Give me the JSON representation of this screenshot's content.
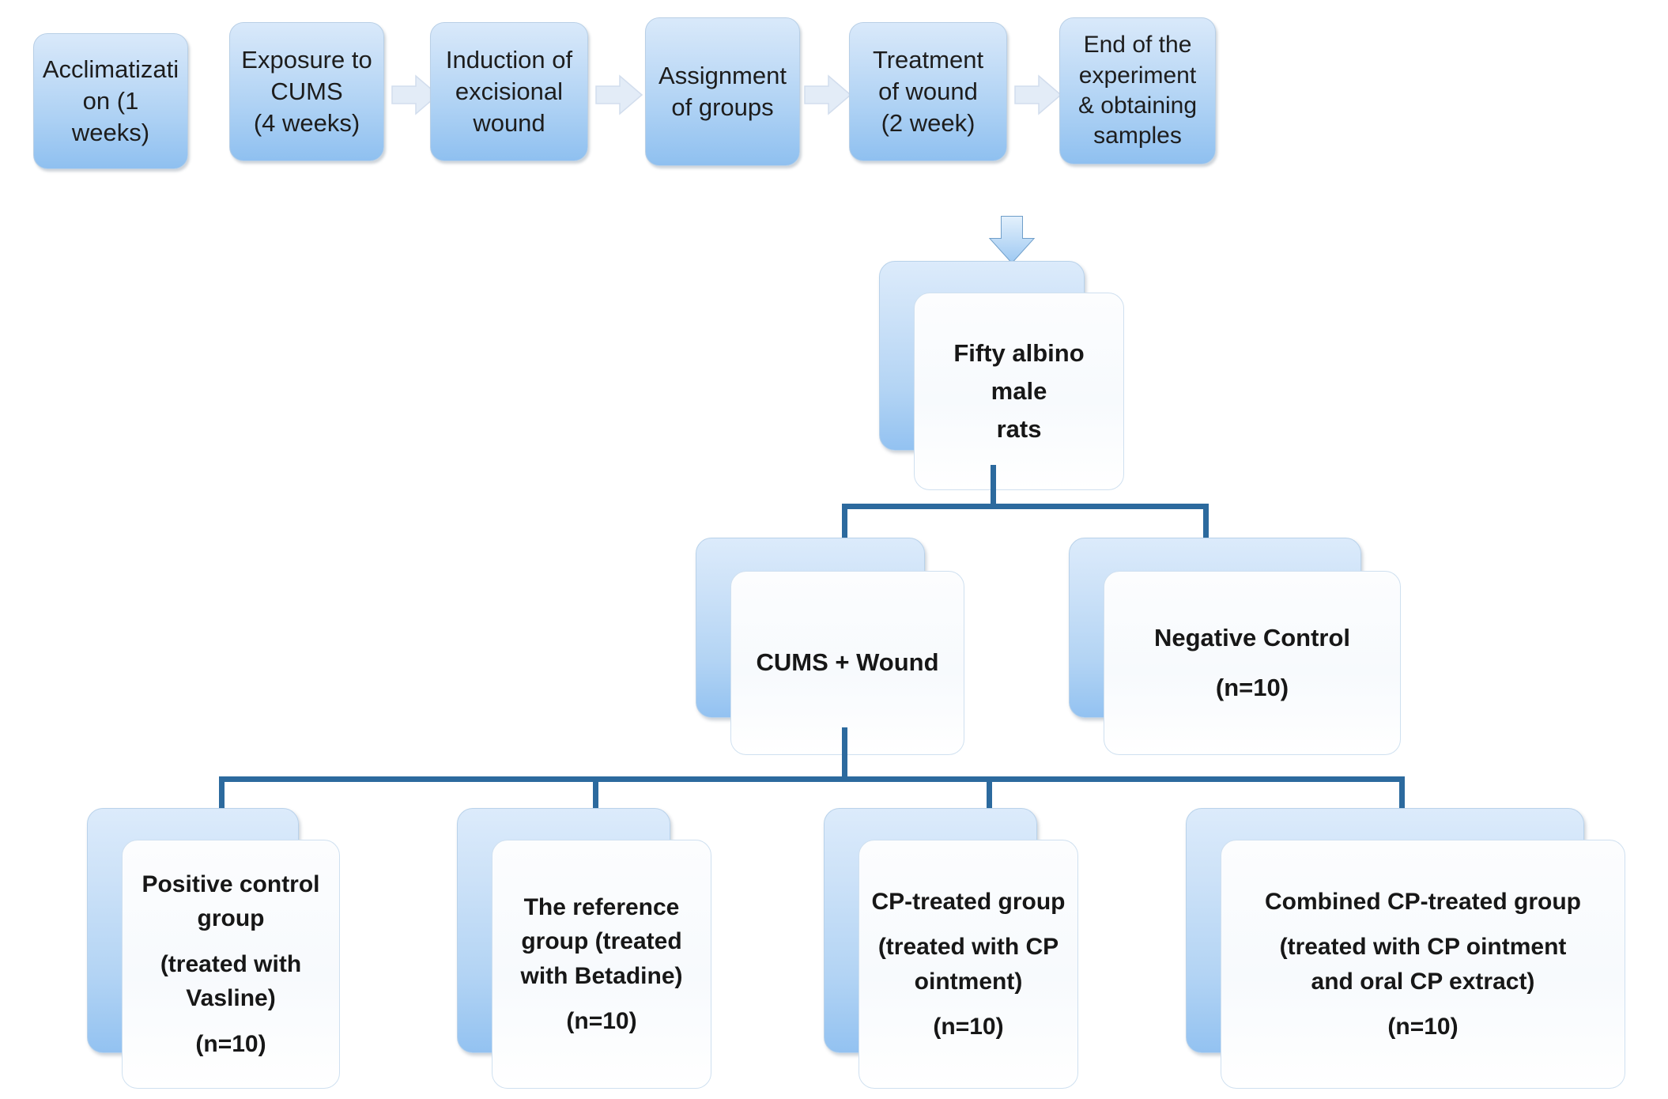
{
  "diagram": {
    "title": "Experimental design flowchart",
    "colors": {
      "box_fill_top": "#cde2f8",
      "box_fill_bottom": "#8fc0f0",
      "connector": "#2c6a9e",
      "card_front": "#fcfdfe",
      "text": "#1d1d1d"
    },
    "timeline": [
      {
        "id": "acclimatization",
        "lines": [
          "Acclimatizati",
          "on (1 weeks)"
        ]
      },
      {
        "id": "cums-exposure",
        "lines": [
          "Exposure to",
          "CUMS",
          "(4 weeks)"
        ]
      },
      {
        "id": "wound-induction",
        "lines": [
          "Induction of",
          "excisional",
          "wound"
        ]
      },
      {
        "id": "group-assignment",
        "lines": [
          "Assignment",
          "of groups"
        ]
      },
      {
        "id": "wound-treatment",
        "lines": [
          "Treatment",
          "of wound",
          "(2 week)"
        ]
      },
      {
        "id": "experiment-end",
        "lines": [
          "End of the",
          "experiment",
          "& obtaining",
          "samples"
        ]
      }
    ],
    "arrows": {
      "right_icon": "right-arrow-icon",
      "down_icon": "down-arrow-icon"
    },
    "root": {
      "id": "animals",
      "lines": [
        "Fifty albino male",
        "rats"
      ]
    },
    "level2": [
      {
        "id": "cums-wound",
        "lines": [
          "CUMS + Wound"
        ]
      },
      {
        "id": "negative-control",
        "lines": [
          "Negative Control",
          "(n=10)"
        ]
      }
    ],
    "level3": [
      {
        "id": "positive-control",
        "lines": [
          "Positive control",
          "group"
        ],
        "lines2": [
          "(treated with",
          "Vasline)"
        ],
        "n": "(n=10)"
      },
      {
        "id": "reference-group",
        "lines": [
          "The reference",
          "group (treated",
          "with Betadine)"
        ],
        "lines2": [],
        "n": "(n=10)"
      },
      {
        "id": "cp-treated",
        "lines": [
          "CP-treated group"
        ],
        "lines2": [
          "(treated with CP",
          "ointment)"
        ],
        "n": "(n=10)"
      },
      {
        "id": "combined-cp",
        "lines": [
          "Combined CP-treated group"
        ],
        "lines2": [
          "(treated with CP ointment",
          "and oral CP extract)"
        ],
        "n": "(n=10)"
      }
    ]
  }
}
